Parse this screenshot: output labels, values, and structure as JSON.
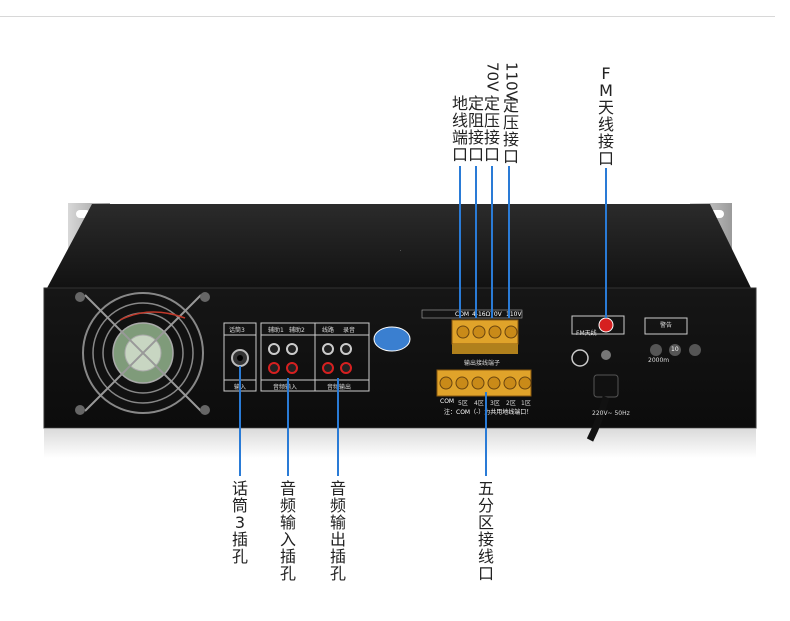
{
  "callouts_top": [
    {
      "id": "ground",
      "chars": [
        "地",
        "线",
        "端",
        "口"
      ]
    },
    {
      "id": "fixed-resistance",
      "chars": [
        "定",
        "阻",
        "接",
        "口"
      ]
    },
    {
      "id": "70v",
      "chars": [
        "70V",
        "定",
        "压",
        "接",
        "口"
      ]
    },
    {
      "id": "110v",
      "chars": [
        "110V",
        "定",
        "压",
        "接",
        "口"
      ]
    },
    {
      "id": "fm",
      "chars": [
        "F",
        "M",
        "天",
        "线",
        "接",
        "口"
      ]
    }
  ],
  "callouts_bottom": [
    {
      "id": "mic3",
      "chars": [
        "话",
        "筒",
        "3",
        "插",
        "孔"
      ]
    },
    {
      "id": "audio-in",
      "chars": [
        "音",
        "频",
        "输",
        "入",
        "插",
        "孔"
      ]
    },
    {
      "id": "audio-out",
      "chars": [
        "音",
        "频",
        "输",
        "出",
        "插",
        "孔"
      ]
    },
    {
      "id": "zones",
      "chars": [
        "五",
        "分",
        "区",
        "接",
        "线",
        "口"
      ]
    }
  ],
  "panel": {
    "mic_label": "话筒3",
    "input_label": "输入",
    "aux1": "辅助1",
    "aux2": "辅助2",
    "line": "线路",
    "record": "录音",
    "audio_input": "音频输入",
    "audio_output": "音频输出",
    "terminal_top": [
      "COM",
      "4-16Ω",
      "70V",
      "110V"
    ],
    "terminal_caption": "输出接线端子",
    "zone_terminals": [
      "COM",
      "5区",
      "4区",
      "3区",
      "2区",
      "1区"
    ],
    "zone_note": "注：COM（-）为共用地线端口！",
    "fm_label": "FM天线",
    "power_text": "220V~ 50Hz",
    "warning": "警告",
    "badge_2000": "2000m",
    "badge_10": "10"
  },
  "colors": {
    "accent": "#2a7bd6",
    "chassis": "#1a1a1a",
    "terminal": "#e0a32a",
    "red": "#d62020"
  }
}
